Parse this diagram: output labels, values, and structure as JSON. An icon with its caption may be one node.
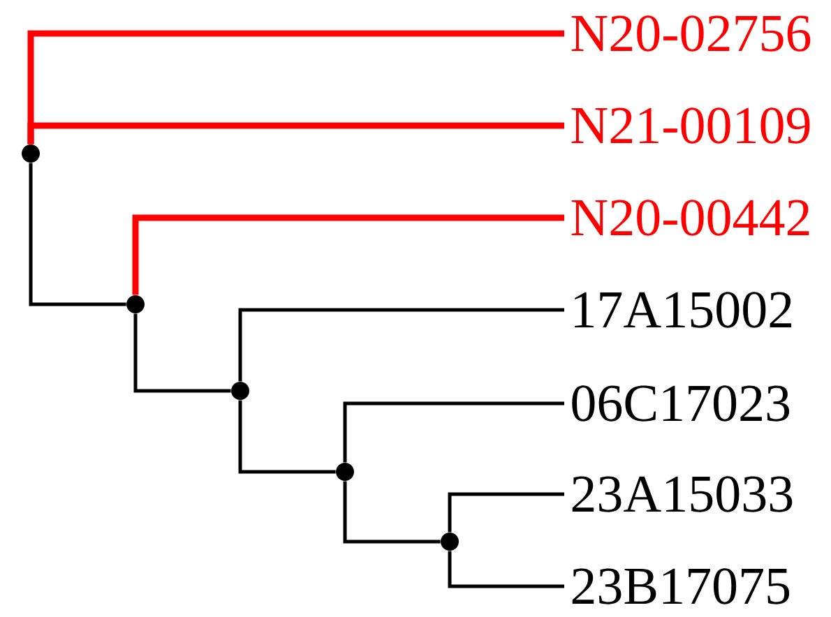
{
  "diagram": {
    "nodes": [
      {
        "text": [
          "N20-02756"
        ]
      },
      {
        "text": [
          "N21-00109"
        ]
      },
      {
        "text": [
          "N20-00442"
        ]
      },
      {
        "text": [
          "17A15002"
        ]
      },
      {
        "text": [
          "06C17023"
        ]
      },
      {
        "text": [
          "23A15033"
        ]
      },
      {
        "text": [
          "23B17075"
        ]
      },
      {
        "text": [],
        "shape": "circle"
      },
      {
        "text": [],
        "shape": "circle"
      },
      {
        "text": [],
        "shape": "circle"
      },
      {
        "text": [],
        "shape": "circle"
      },
      {
        "text": [],
        "shape": "circle"
      }
    ],
    "edges": [
      {
        "from": 7,
        "to": 0,
        "arrow": "none",
        "style": "thick",
        "color": "#ff0000"
      },
      {
        "from": 7,
        "to": 1,
        "arrow": "none",
        "style": "thick",
        "color": "#ff0000"
      },
      {
        "from": 7,
        "to": 8,
        "arrow": "none"
      },
      {
        "from": 8,
        "to": 2,
        "arrow": "none",
        "style": "thick",
        "color": "#ff0000"
      },
      {
        "from": 8,
        "to": 9,
        "arrow": "none"
      },
      {
        "from": 9,
        "to": 3,
        "arrow": "none"
      },
      {
        "from": 9,
        "to": 10,
        "arrow": "none"
      },
      {
        "from": 10,
        "to": 4,
        "arrow": "none"
      },
      {
        "from": 10,
        "to": 11,
        "arrow": "none"
      },
      {
        "from": 11,
        "to": 5,
        "arrow": "none"
      },
      {
        "from": 11,
        "to": 6,
        "arrow": "none"
      }
    ]
  }
}
